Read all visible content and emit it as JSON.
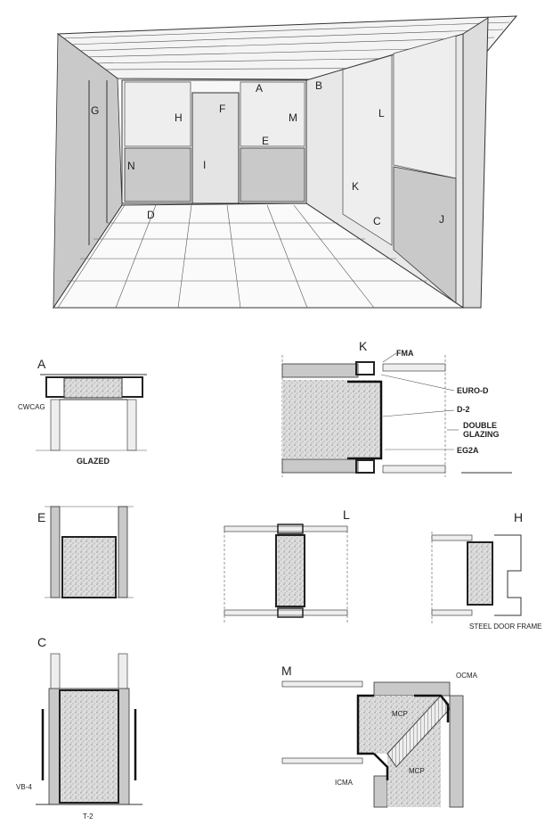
{
  "perspective_labels": [
    "A",
    "B",
    "F",
    "G",
    "H",
    "M",
    "L",
    "E",
    "N",
    "I",
    "K",
    "D",
    "C",
    "J"
  ],
  "details": {
    "A": {
      "title": "A",
      "labels": [
        "CWCAG"
      ],
      "caption": "GLAZED"
    },
    "E": {
      "title": "E"
    },
    "C": {
      "title": "C",
      "labels": [
        "VB-4",
        "T-2"
      ]
    },
    "K": {
      "title": "K",
      "labels": [
        "FMA",
        "EURO-D",
        "D-2",
        "DOUBLE",
        "GLAZING",
        "EG2A"
      ]
    },
    "L": {
      "title": "L"
    },
    "H": {
      "title": "H",
      "labels": [
        "STEEL DOOR FRAME"
      ]
    },
    "M": {
      "title": "M",
      "labels": [
        "OCMA",
        "MCP",
        "MCP",
        "ICMA"
      ]
    }
  }
}
